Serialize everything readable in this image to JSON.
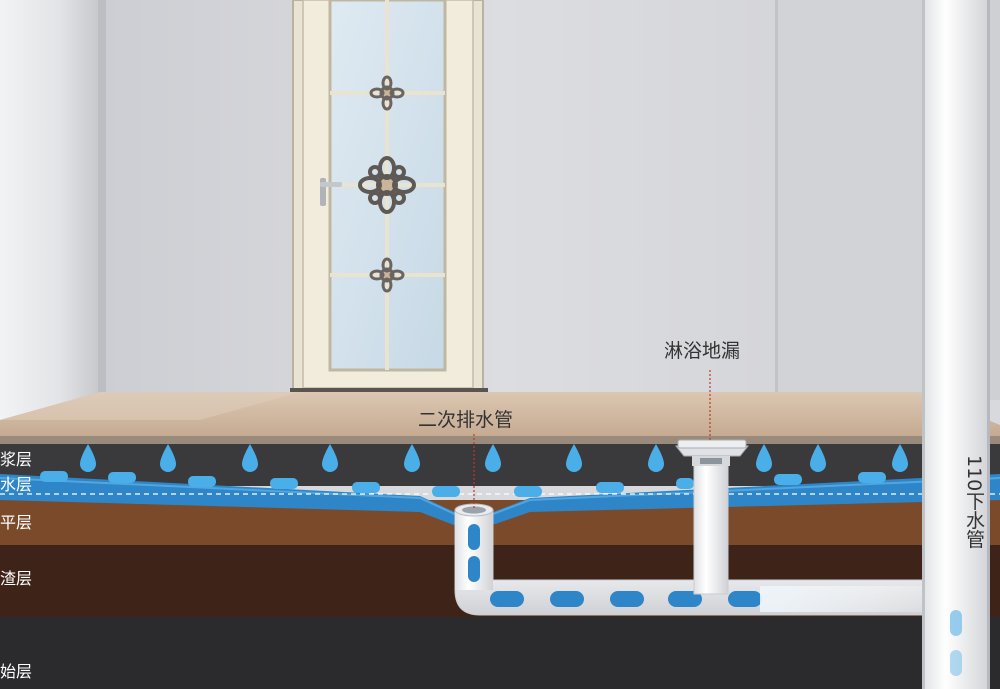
{
  "layers": [
    {
      "id": "bonding-mortar",
      "label": "浆层"
    },
    {
      "id": "waterproof",
      "label": "水层"
    },
    {
      "id": "leveling",
      "label": "平层"
    },
    {
      "id": "backfill",
      "label": "渣层"
    },
    {
      "id": "structural",
      "label": "始层"
    }
  ],
  "callouts": {
    "secondary_drain": "二次排水管",
    "shower_drain": "淋浴地漏",
    "downpipe": "110下水管"
  },
  "colors": {
    "wall": "#d8d9dd",
    "floor_tile": "#cfb7a0",
    "dark_layer": "#3a3a3c",
    "water": "#2e86c8",
    "droplet": "#4aaee8",
    "leveling": "#7a4a2a",
    "backfill": "#3e2418",
    "base": "#2b2b2e",
    "pipe": "#f4f5f7"
  }
}
